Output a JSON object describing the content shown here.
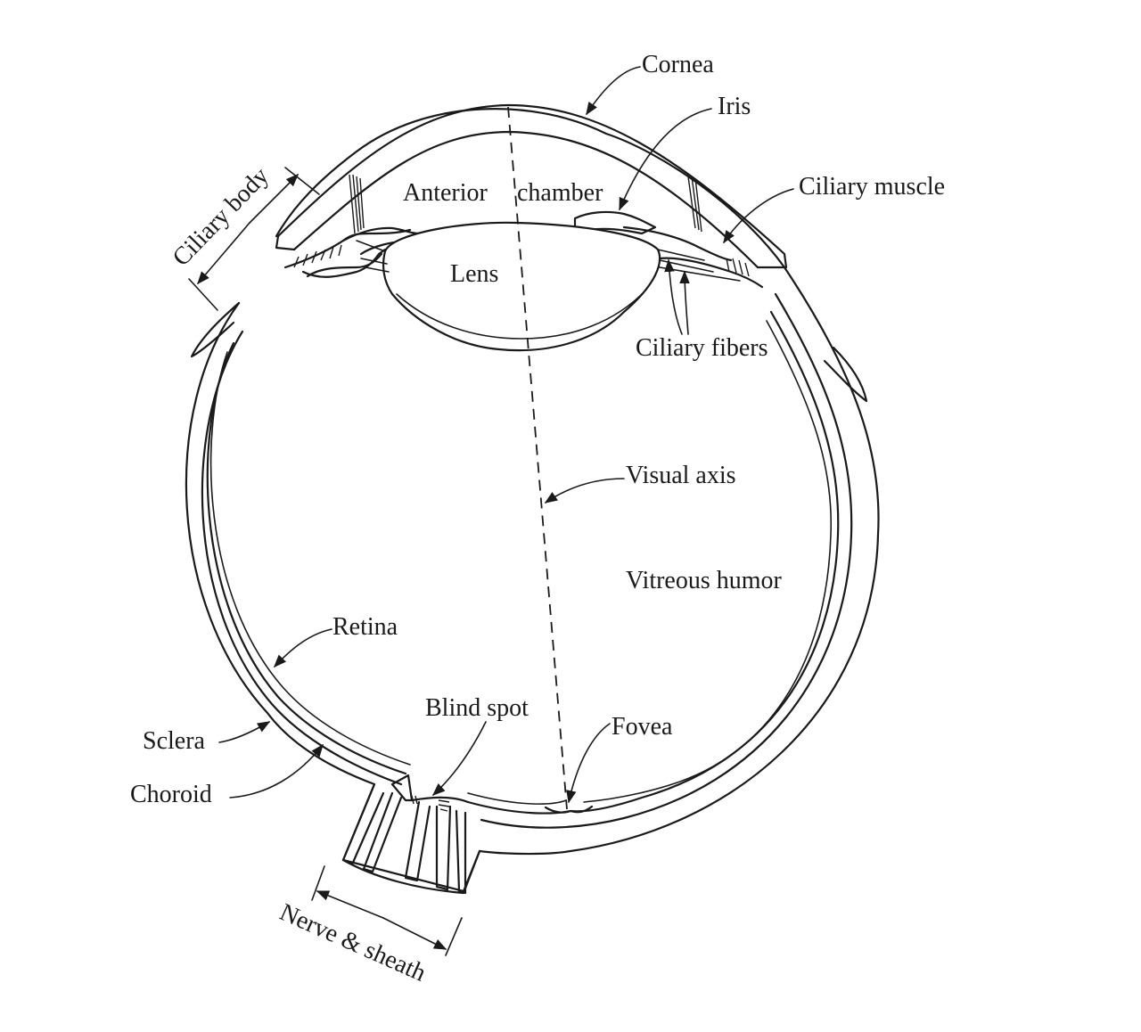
{
  "diagram": {
    "labels": {
      "cornea": "Cornea",
      "iris": "Iris",
      "ciliary_muscle": "Ciliary muscle",
      "ciliary_body": "Ciliary body",
      "anterior": "Anterior",
      "chamber": "chamber",
      "lens": "Lens",
      "ciliary_fibers": "Ciliary fibers",
      "visual_axis": "Visual axis",
      "vitreous_humor": "Vitreous humor",
      "retina": "Retina",
      "blind_spot": "Blind spot",
      "fovea": "Fovea",
      "sclera": "Sclera",
      "choroid": "Choroid",
      "nerve_sheath": "Nerve & sheath"
    },
    "colors": {
      "line": "#1a1a1a",
      "background": "#ffffff"
    }
  }
}
